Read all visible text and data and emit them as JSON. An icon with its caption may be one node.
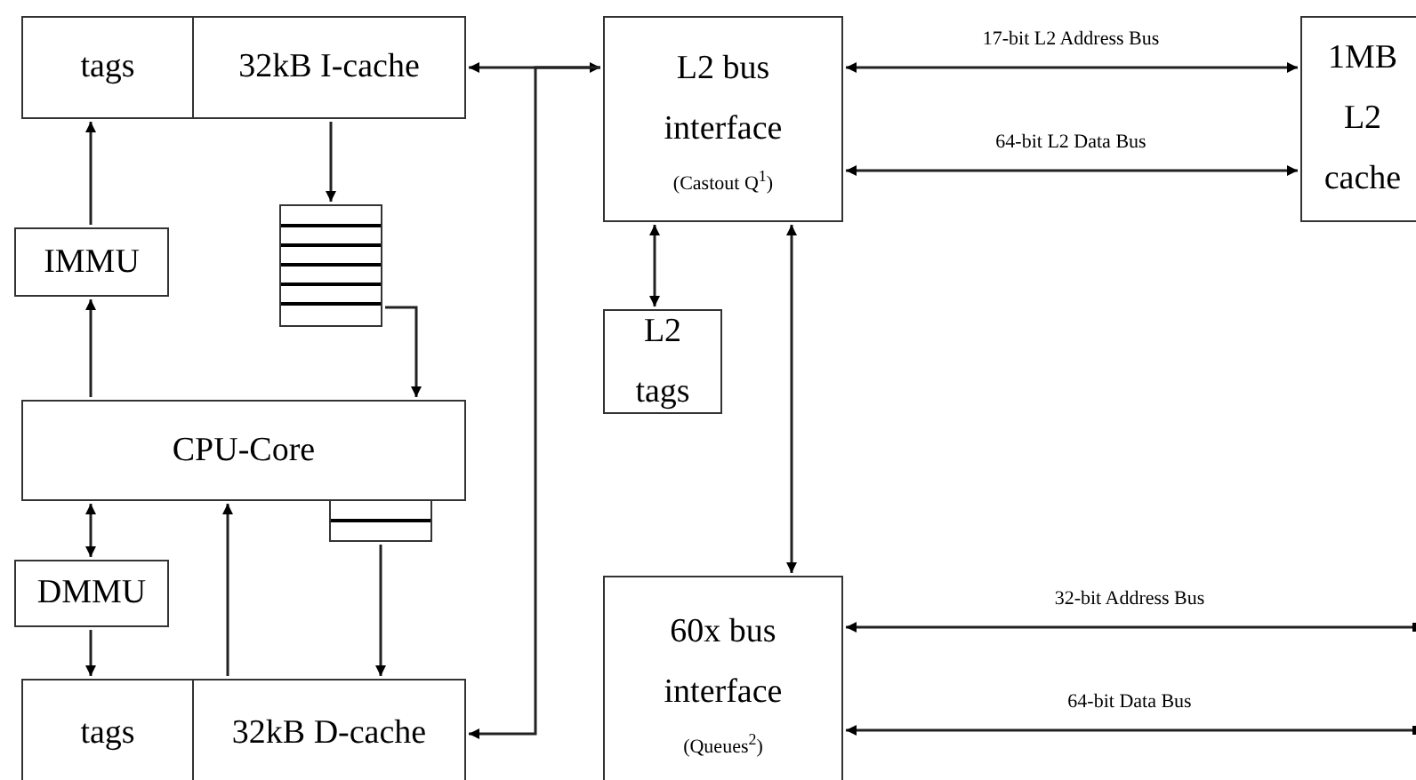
{
  "diagram": {
    "nodes": [
      {
        "text": [
          "tags"
        ]
      },
      {
        "text": [
          "32kB I-cache"
        ]
      },
      {
        "text": [
          "IMMU"
        ]
      },
      {
        "text": [],
        "shape": "box"
      },
      {
        "text": [
          "CPU-Core"
        ]
      },
      {
        "text": [],
        "shape": "box"
      },
      {
        "text": [
          "DMMU"
        ]
      },
      {
        "text": [
          "tags"
        ]
      },
      {
        "text": [
          "32kB D-cache"
        ]
      },
      {
        "text": [
          "L2 bus interface",
          "(Castout Q$^{1}$)"
        ]
      },
      {
        "text": [
          "L2 tags"
        ]
      },
      {
        "text": [
          "1MB L2 cache"
        ]
      },
      {
        "text": [
          "60x bus interface",
          "(Queues$^{2}$)"
        ]
      }
    ],
    "edges": [
      {
        "from": 2,
        "to": 0,
        "arrow": "to"
      },
      {
        "from": 4,
        "to": 2,
        "arrow": "to"
      },
      {
        "from": 1,
        "to": 3,
        "arrow": "to"
      },
      {
        "from": 3,
        "to": 4,
        "arrow": "to"
      },
      {
        "from": 4,
        "to": 6,
        "arrow": "both"
      },
      {
        "from": 6,
        "to": 7,
        "arrow": "to"
      },
      {
        "from": 8,
        "to": 4,
        "arrow": "to"
      },
      {
        "from": 5,
        "to": 8,
        "arrow": "to"
      },
      {
        "from": 1,
        "to": 9,
        "arrow": "both"
      },
      {
        "from": 9,
        "to": 8,
        "arrow": "to"
      },
      {
        "from": 9,
        "to": 10,
        "arrow": "both"
      },
      {
        "from": 9,
        "to": 11,
        "label": "17-bit L2 Address Bus",
        "arrow": "both"
      },
      {
        "from": 9,
        "to": 11,
        "label": "64-bit L2 Data Bus",
        "arrow": "both"
      },
      {
        "from": 9,
        "to": 12,
        "arrow": "both"
      },
      {
        "from": null,
        "to": 12,
        "label": "32-bit Address Bus",
        "arrow": "to"
      },
      {
        "from": null,
        "to": 12,
        "label": "64-bit Data Bus",
        "arrow": "to"
      }
    ]
  }
}
